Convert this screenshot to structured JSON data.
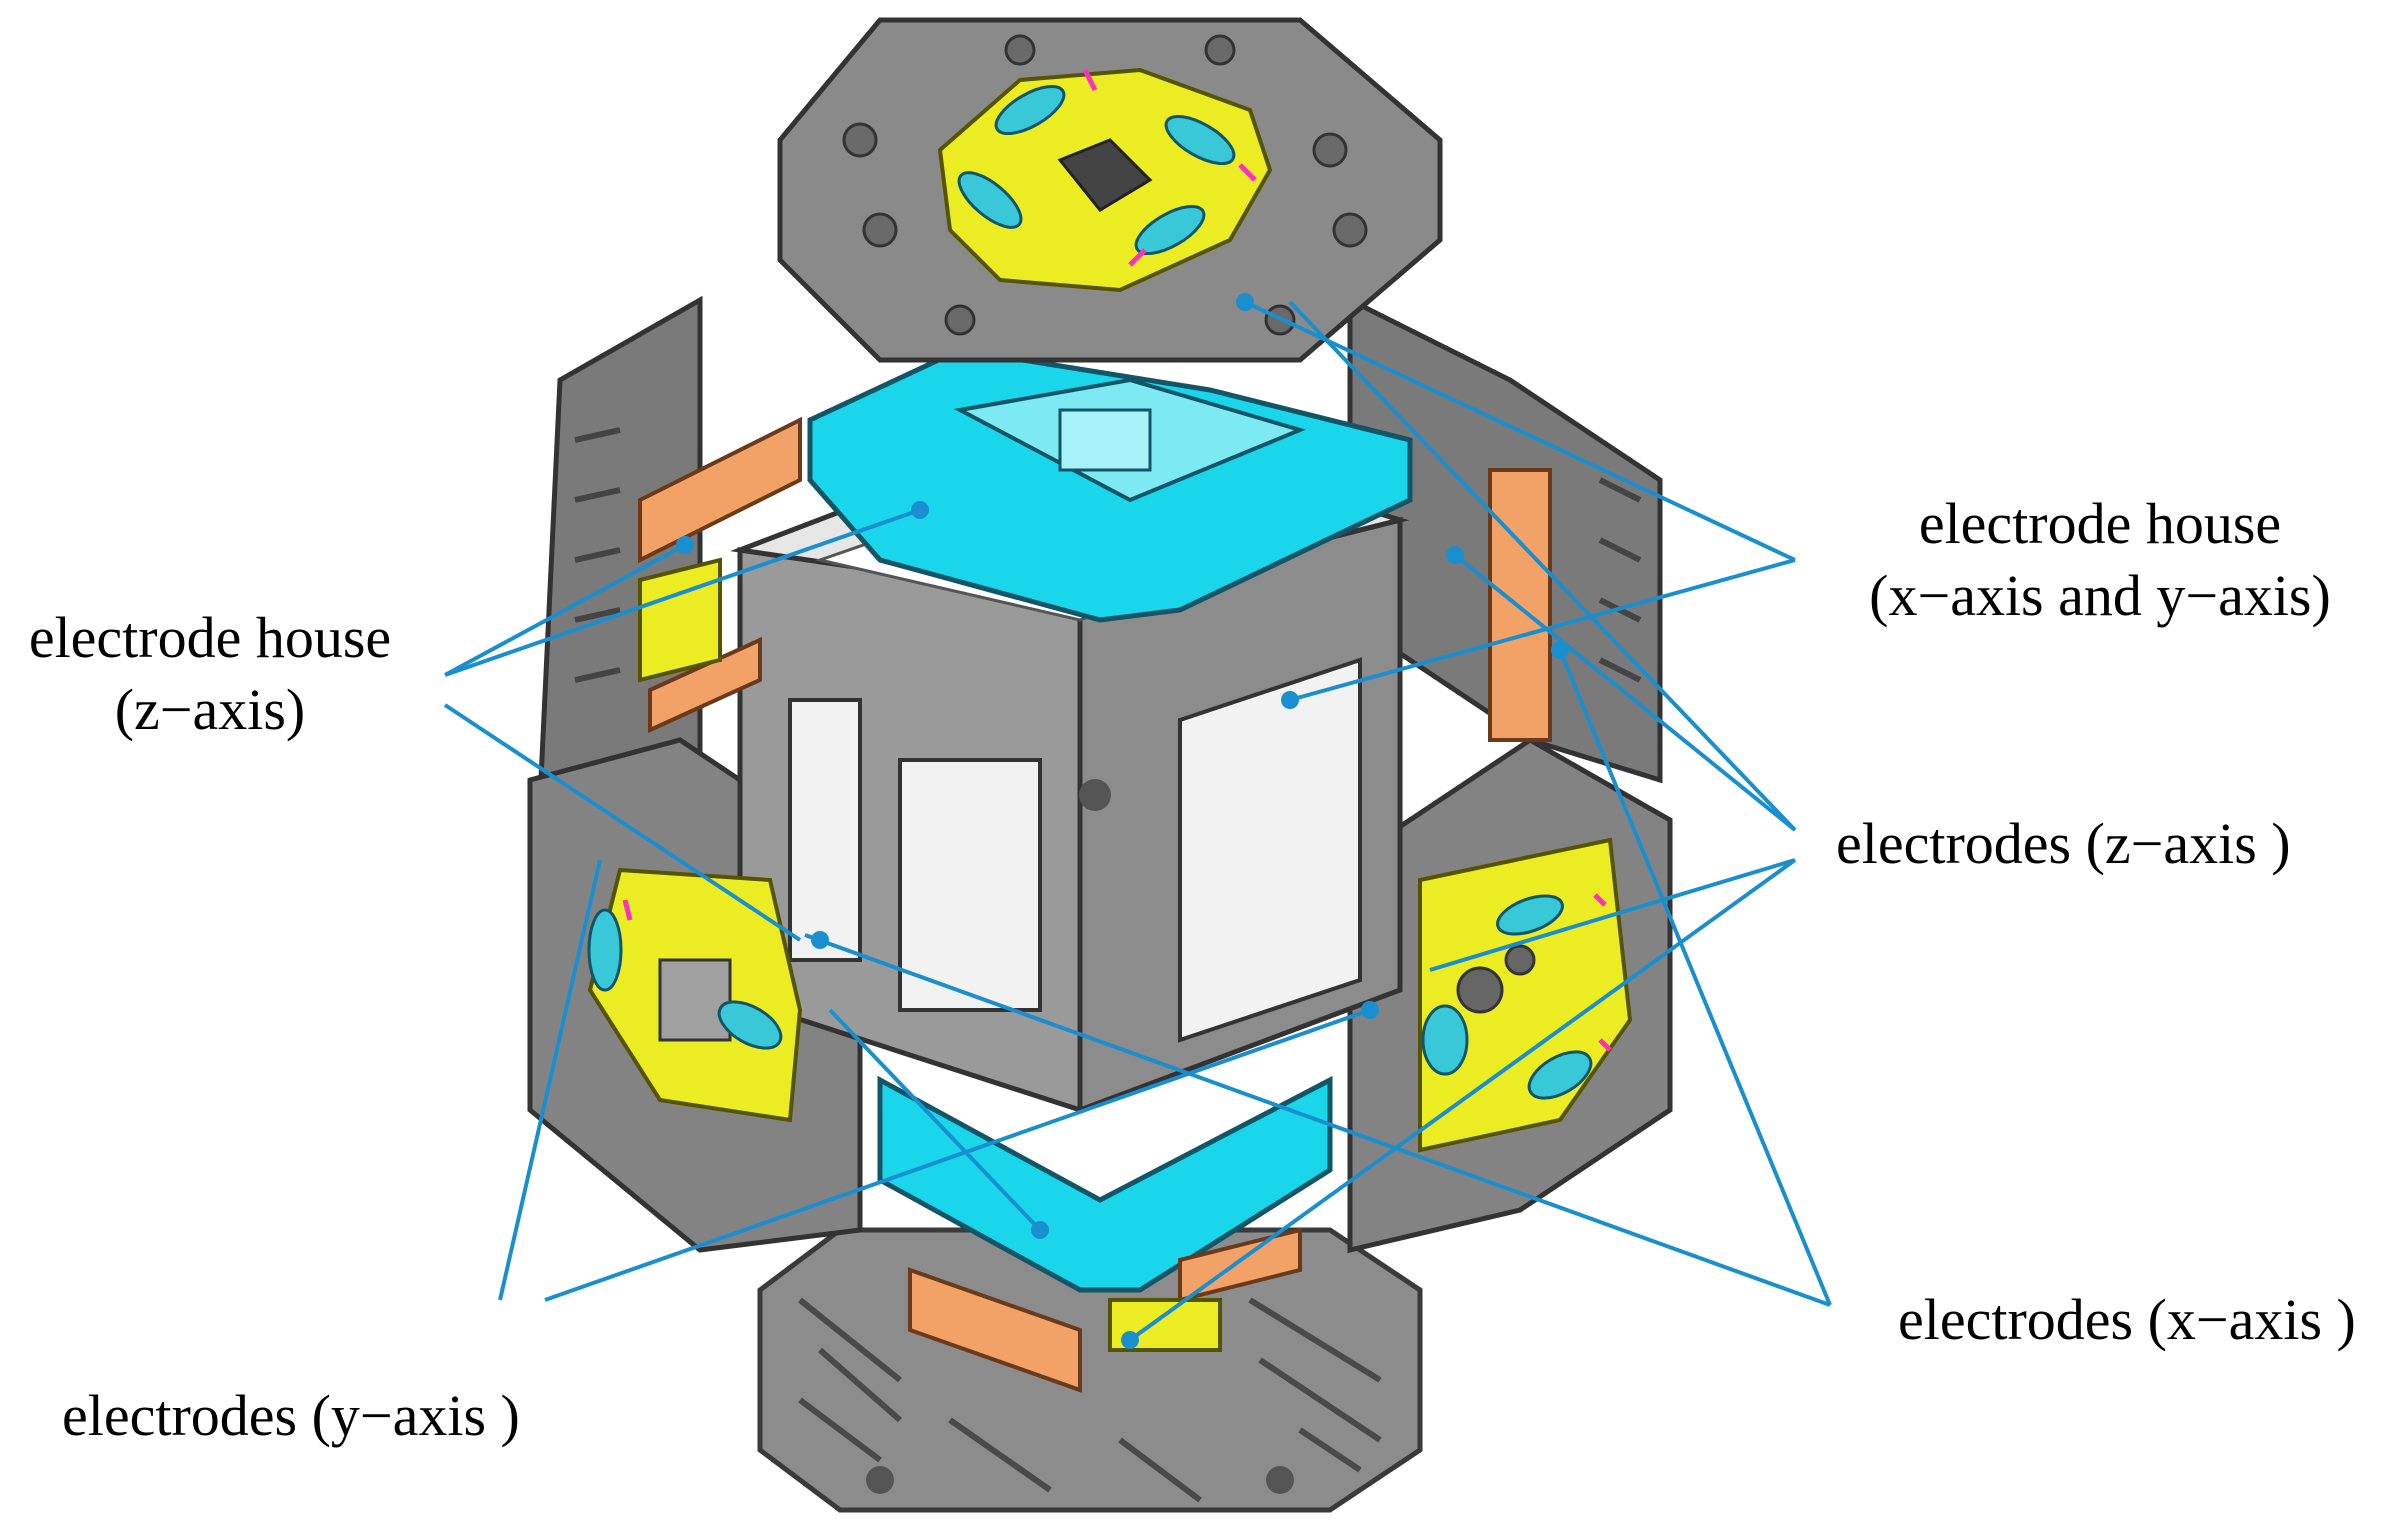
{
  "labels": {
    "electrode_house_z": {
      "line1": "electrode house",
      "line2": "(z−axis)"
    },
    "electrode_house_xy": {
      "line1": "electrode house",
      "line2": "(x−axis and y−axis)"
    },
    "electrodes_z": "electrodes (z−axis )",
    "electrodes_x": "electrodes (x−axis )",
    "electrodes_y": "electrodes (y−axis )"
  },
  "colors": {
    "frame_gray": "#8a8a8a",
    "frame_dark": "#5a5a5a",
    "electrode_house_cyan": "#19d8ea",
    "electrode_yellow": "#ecec22",
    "electrode_orange": "#f0a060",
    "clamp_cyan": "#38c8d8",
    "pointer_blue": "#1a8fd0",
    "accent_magenta": "#ff30c0"
  }
}
